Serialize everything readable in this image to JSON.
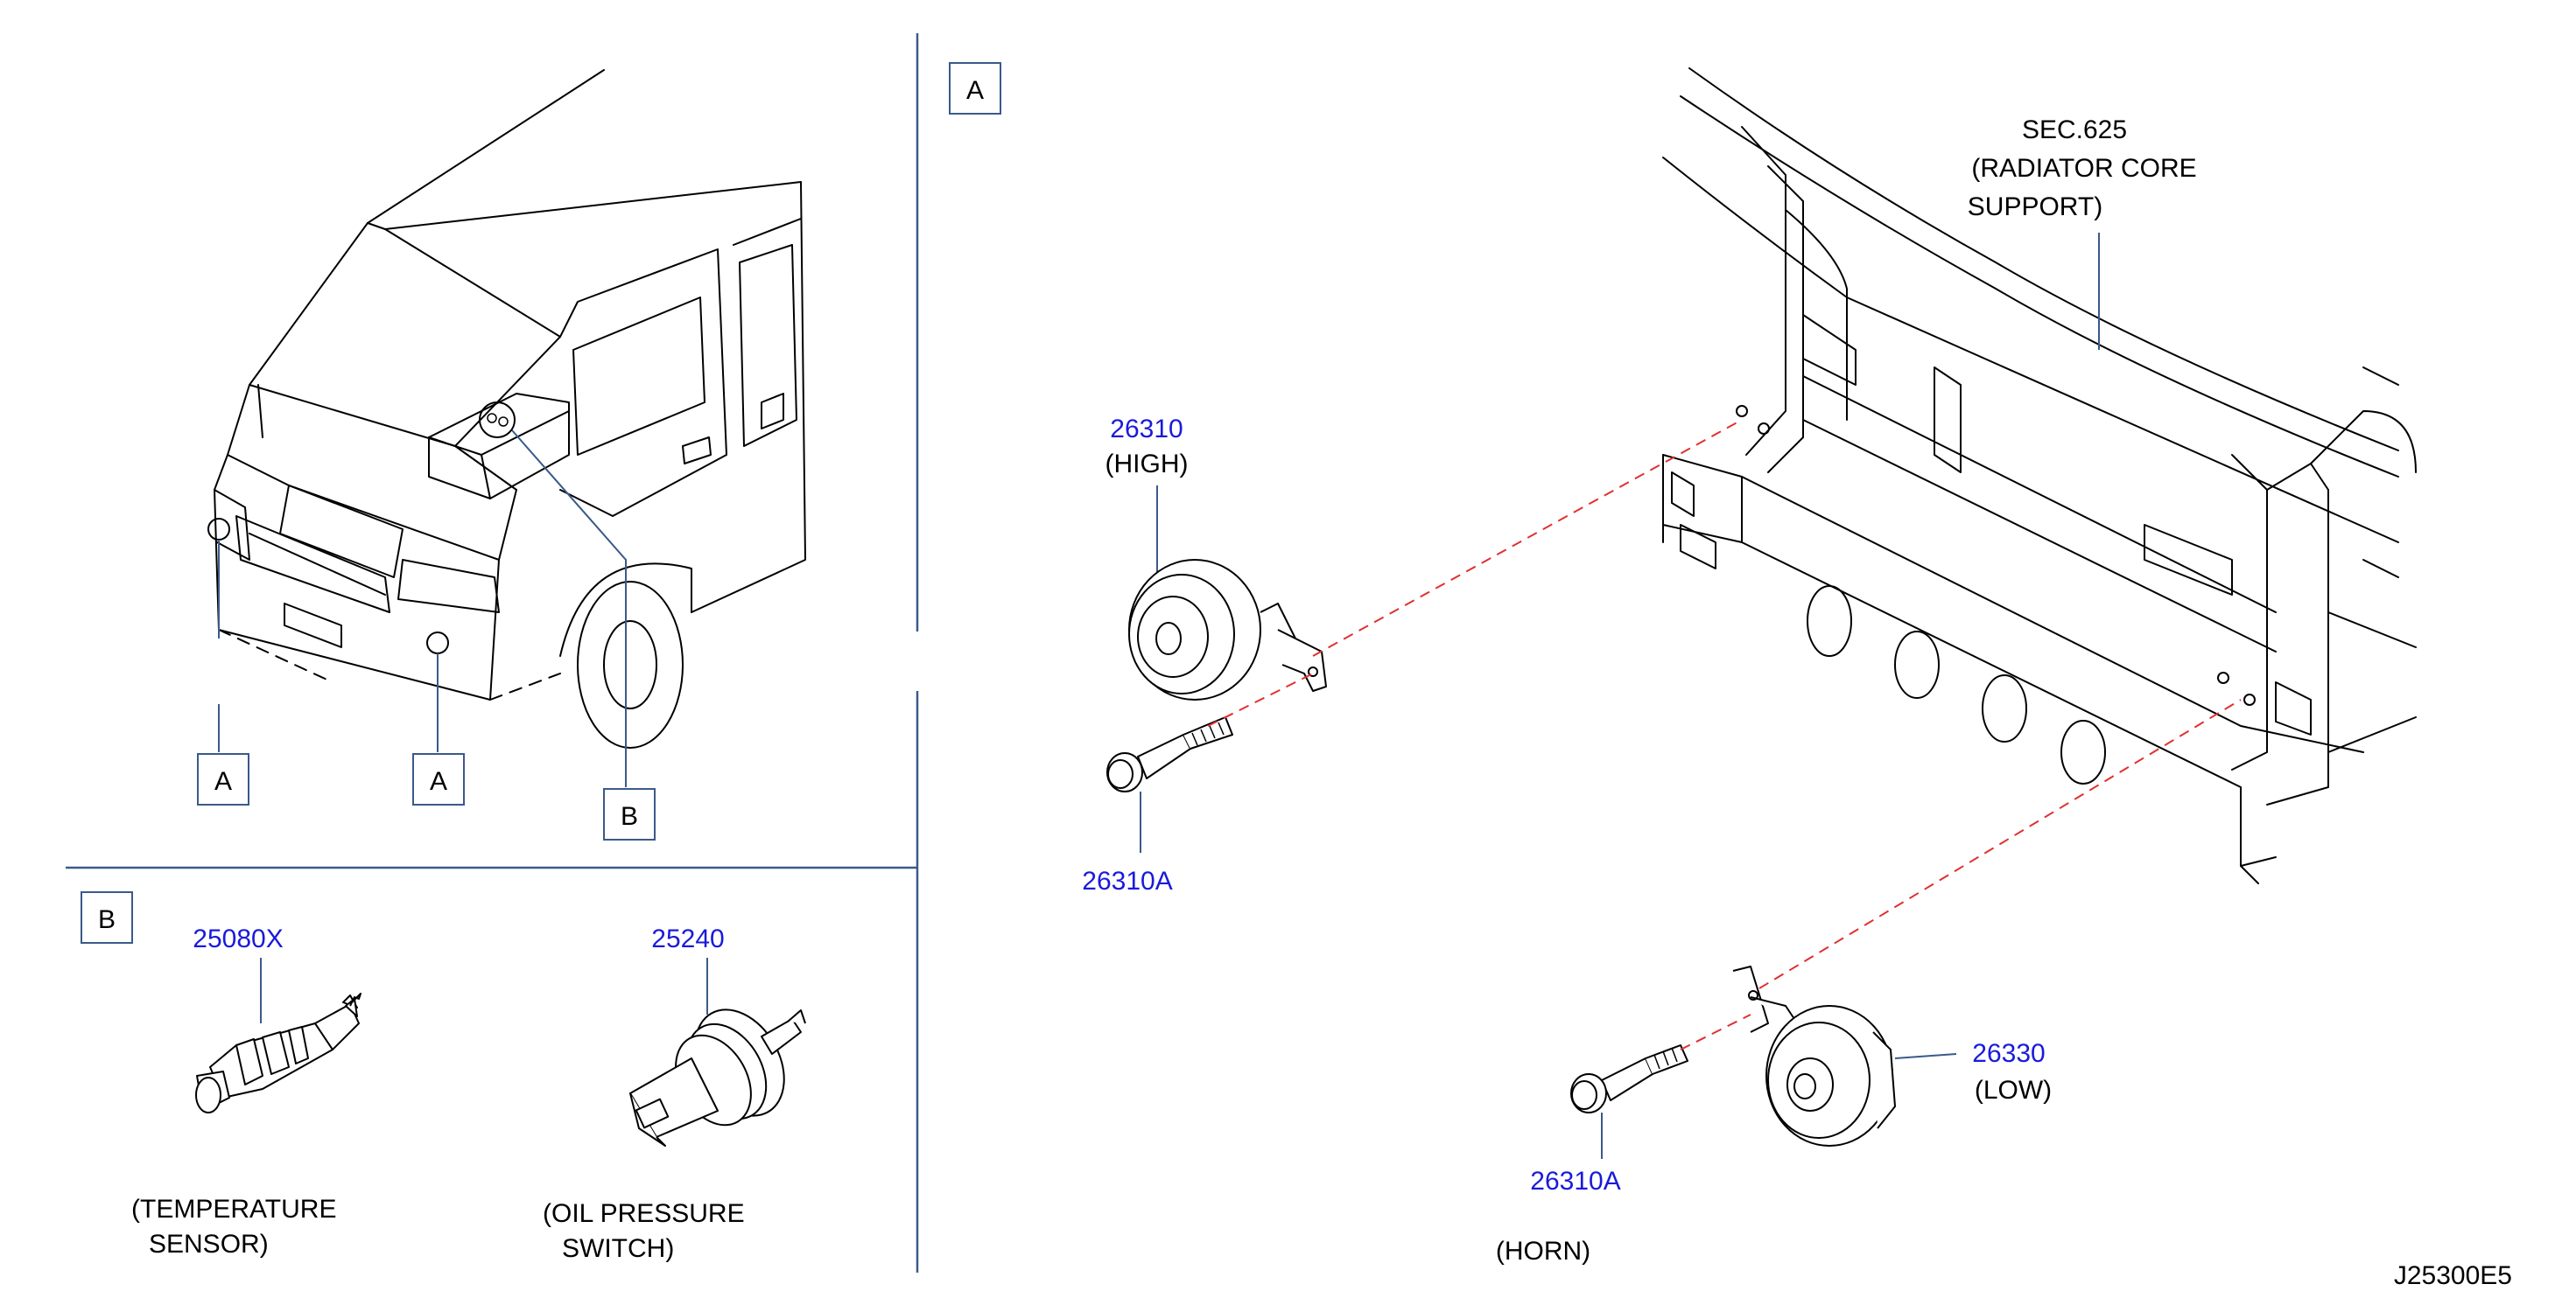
{
  "diagram": {
    "drawing_code": "J25300E5",
    "view_labels": {
      "view_a": "A",
      "view_b": "B",
      "callout_a_left": "A",
      "callout_a_right": "A",
      "callout_b": "B"
    },
    "parts": {
      "horn_high": {
        "part_number": "26310",
        "note": "(HIGH)"
      },
      "horn_low": {
        "part_number": "26330",
        "note": "(LOW)"
      },
      "bolt_upper": {
        "part_number": "26310A"
      },
      "bolt_lower": {
        "part_number": "26310A"
      },
      "temp_sensor": {
        "part_number": "25080X",
        "caption_line1": "(TEMPERATURE",
        "caption_line2": "SENSOR)"
      },
      "oil_switch": {
        "part_number": "25240",
        "caption_line1": "(OIL   PRESSURE",
        "caption_line2": "SWITCH)"
      }
    },
    "reference": {
      "section": "SEC.625",
      "line1": "(RADIATOR   CORE",
      "line2": "SUPPORT)"
    },
    "group_caption": "(HORN)"
  }
}
